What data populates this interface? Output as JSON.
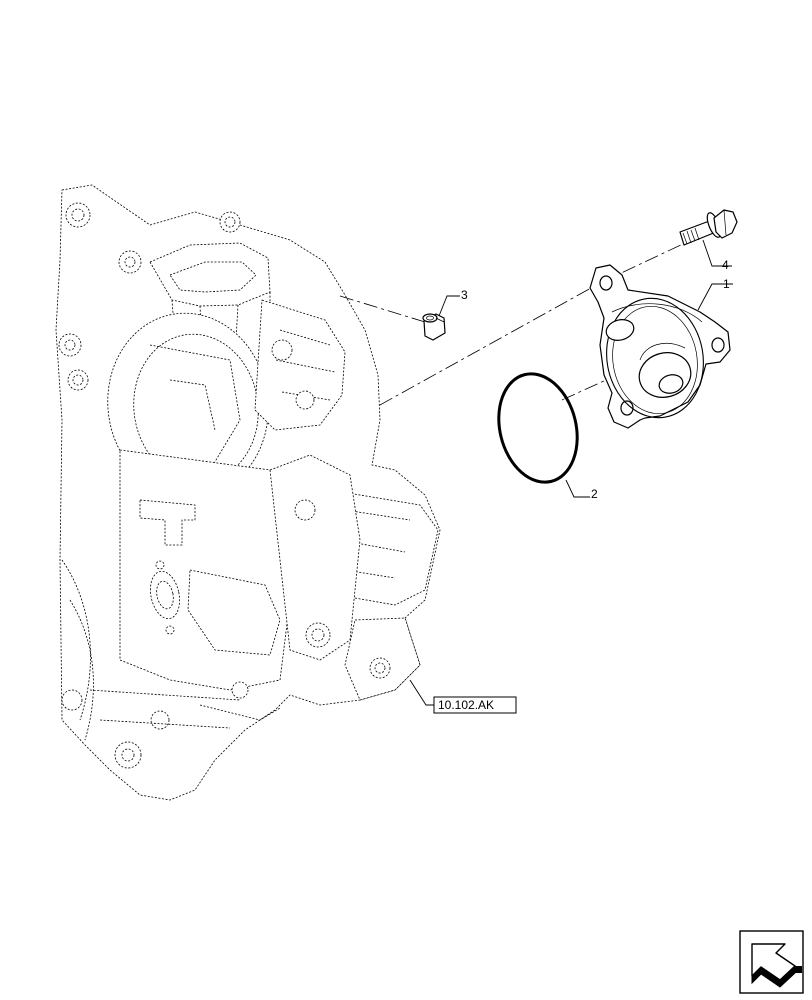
{
  "callouts": {
    "part_1": "1",
    "part_2": "2",
    "part_3": "3",
    "part_4": "4"
  },
  "reference": {
    "label": "10.102.AK"
  },
  "icons": {
    "navigation": "arrow-navigation-icon"
  }
}
